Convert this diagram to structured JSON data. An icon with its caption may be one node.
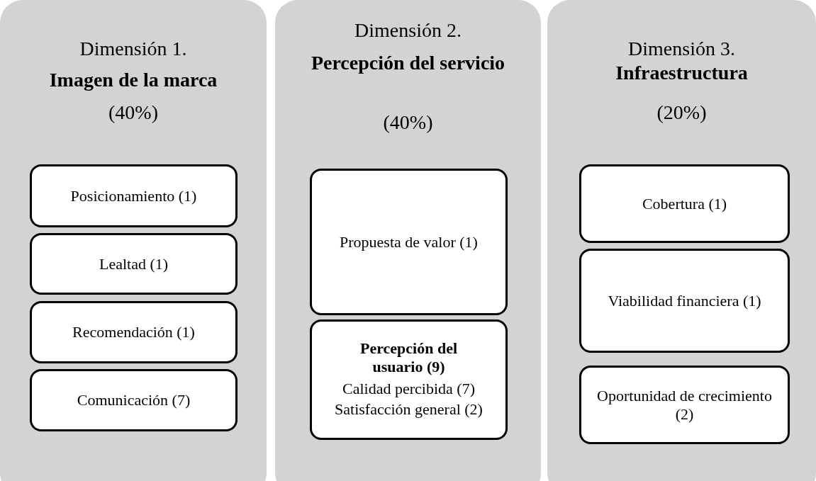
{
  "diagram": {
    "nodes": [
      {
        "text": [
          "Dimensión 1.",
          "Imagen de la marca",
          "(40%)"
        ]
      },
      {
        "text": [
          "Posicionamiento (1)"
        ],
        "in": 0
      },
      {
        "text": [
          "Lealtad (1)"
        ],
        "in": 0
      },
      {
        "text": [
          "Recomendación (1)"
        ],
        "in": 0
      },
      {
        "text": [
          "Comunicación (7)"
        ],
        "in": 0
      },
      {
        "text": [
          "Dimensión 2.",
          "Percepción del servicio",
          "(40%)"
        ]
      },
      {
        "text": [
          "Propuesta de valor (1)"
        ],
        "in": 5
      },
      {
        "text": [
          "Percepción del usuario (9)",
          "Calidad percibida (7)",
          "Satisfacción general (2)"
        ],
        "in": 5
      },
      {
        "text": [
          "Dimensión 3.",
          "Infraestructura",
          "(20%)"
        ]
      },
      {
        "text": [
          "Cobertura (1)"
        ],
        "in": 8
      },
      {
        "text": [
          "Viabilidad financiera (1)"
        ],
        "in": 8
      },
      {
        "text": [
          "Oportunidad de crecimiento (2)"
        ],
        "in": 8
      }
    ]
  }
}
